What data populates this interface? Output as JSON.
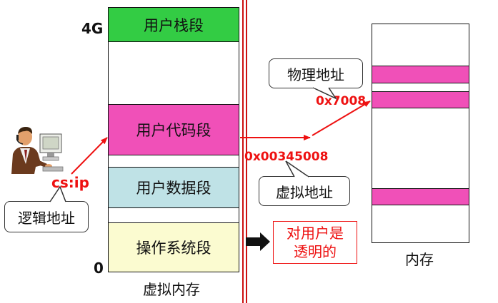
{
  "virtual_memory": {
    "caption": "虚拟内存",
    "top_address": "4G",
    "bottom_address": "0",
    "segments": {
      "user_stack": "用户栈段",
      "user_code": "用户代码段",
      "user_data": "用户数据段",
      "os": "操作系统段"
    }
  },
  "physical_memory": {
    "caption": "内存"
  },
  "labels": {
    "logical_address": "逻辑地址",
    "cs_ip": "cs:ip",
    "virtual_address": "虚拟地址",
    "virtual_address_value": "0x00345008",
    "physical_address": "物理地址",
    "physical_address_value": "0x7008",
    "transparent_to_user": "对用户是透明的"
  },
  "colors": {
    "stack_segment": "#33cc44",
    "code_segment": "#f050b8",
    "data_segment": "#bfe2e6",
    "os_segment": "#fbfbd0",
    "address_red": "#ee1111",
    "divider_red": "#cc1111"
  }
}
